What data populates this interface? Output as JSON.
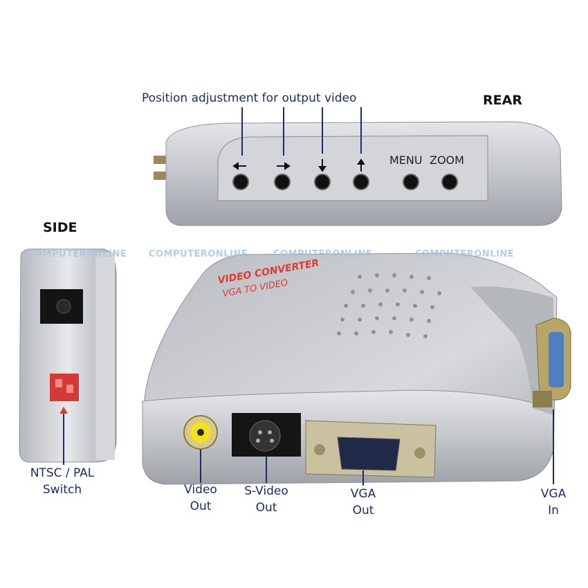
{
  "rear": {
    "title": "REAR",
    "callout": "Position adjustment for output video",
    "menu_label": "MENU",
    "zoom_label": "ZOOM"
  },
  "side": {
    "title": "SIDE",
    "switch_label_line1": "NTSC / PAL",
    "switch_label_line2": "Switch"
  },
  "main": {
    "brand_line1": "VIDEO CONVERTER",
    "brand_line2": "VGA TO VIDEO",
    "ports": [
      {
        "line1": "Video",
        "line2": "Out"
      },
      {
        "line1": "S-Video",
        "line2": "Out"
      },
      {
        "line1": "VGA",
        "line2": "Out"
      },
      {
        "line1": "VGA",
        "line2": "In"
      }
    ]
  },
  "watermark": "COMPUTERONLINE",
  "colors": {
    "label": "#1d2a6b",
    "accent_red": "#e23a2e",
    "silver": "#c9cbcf"
  }
}
